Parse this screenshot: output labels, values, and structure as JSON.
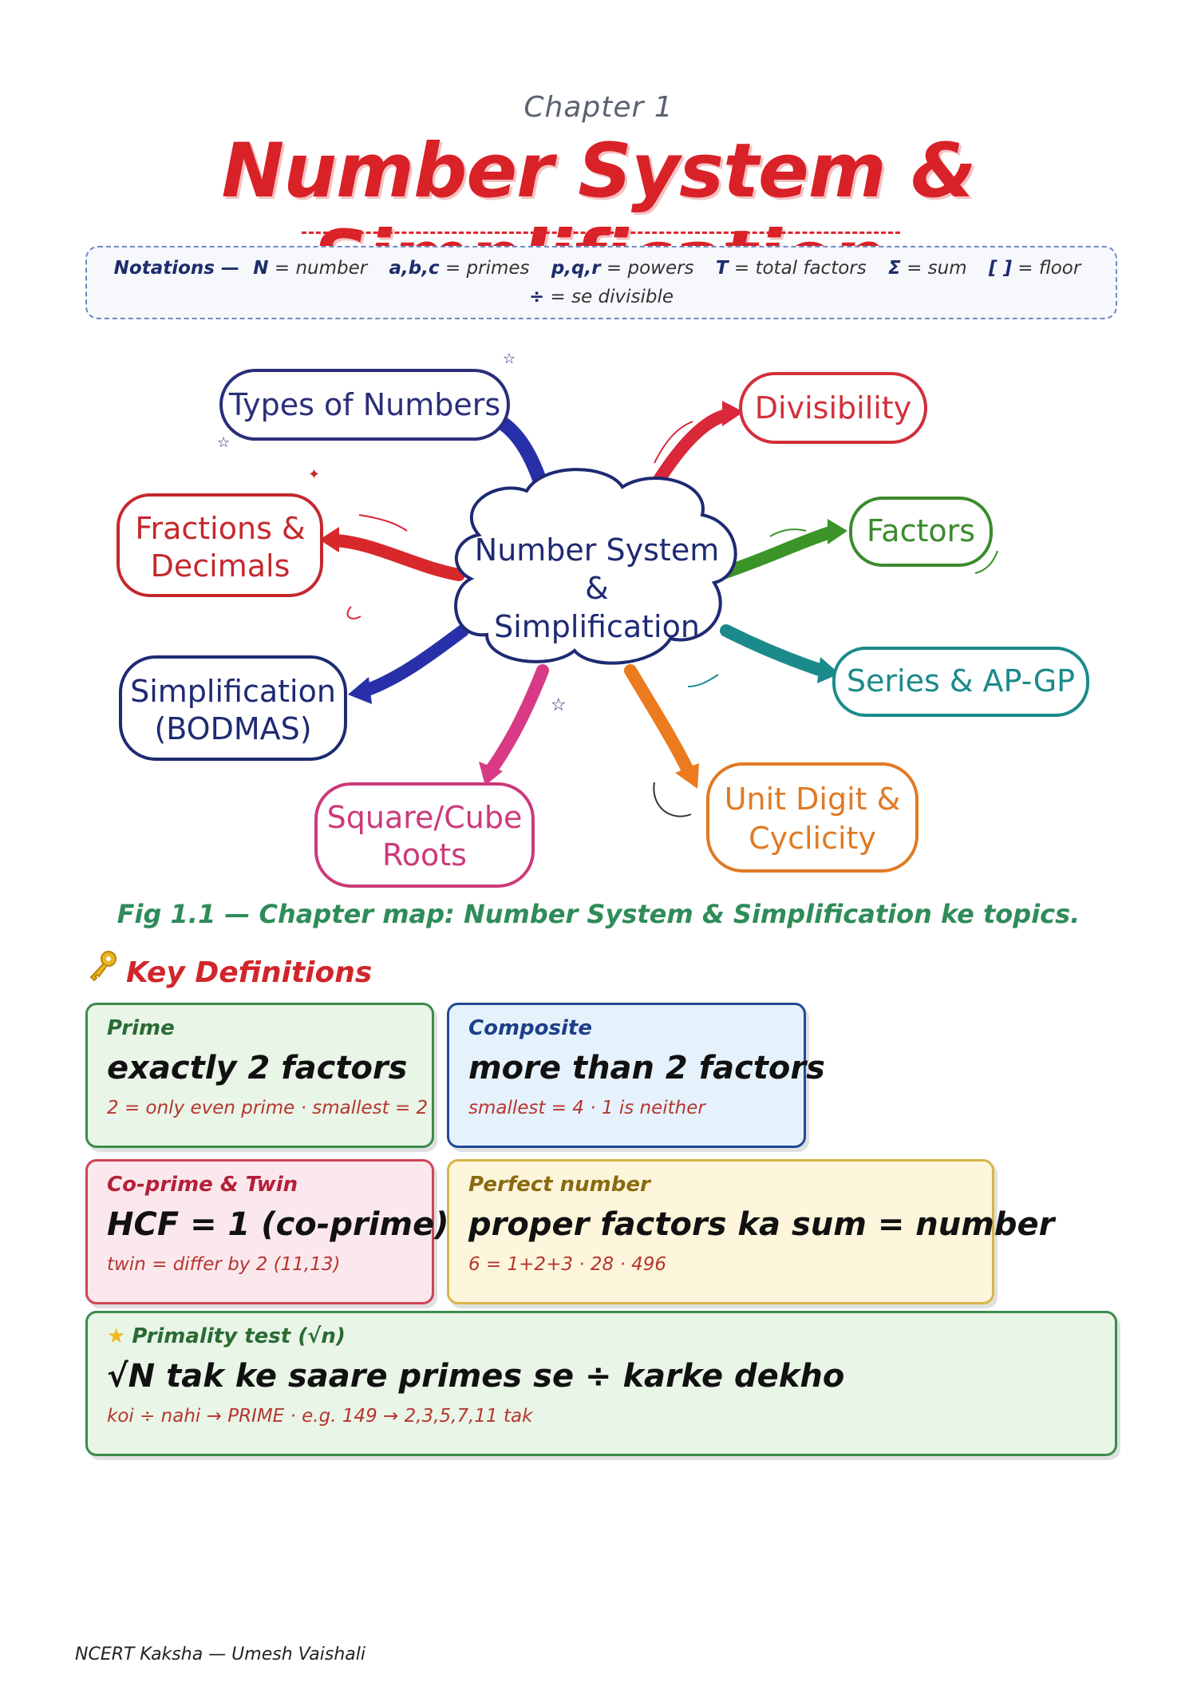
{
  "header": {
    "chapter": "Chapter 1",
    "title": "Number System & Simplification"
  },
  "notations": {
    "lead": "Notations —",
    "items": [
      {
        "sym": "N",
        "text": "= number"
      },
      {
        "sym": "a,b,c",
        "text": "= primes"
      },
      {
        "sym": "p,q,r",
        "text": "= powers"
      },
      {
        "sym": "T",
        "text": "= total factors"
      },
      {
        "sym": "Σ",
        "text": "= sum"
      },
      {
        "sym": "[ ]",
        "text": "= floor"
      },
      {
        "sym": "÷",
        "text": "= se divisible"
      }
    ]
  },
  "mindmap": {
    "center": [
      "Number System",
      "&",
      "Simplification"
    ],
    "nodes": [
      {
        "lines": [
          "Types of Numbers"
        ],
        "color": "#2a2f7a"
      },
      {
        "lines": [
          "Divisibility"
        ],
        "color": "#d1303b"
      },
      {
        "lines": [
          "Fractions &",
          "Decimals"
        ],
        "color": "#c5282d"
      },
      {
        "lines": [
          "Factors"
        ],
        "color": "#3a8a2c"
      },
      {
        "lines": [
          "Simplification",
          "(BODMAS)"
        ],
        "color": "#1f2a73"
      },
      {
        "lines": [
          "Series & AP-GP"
        ],
        "color": "#1b8a8a"
      },
      {
        "lines": [
          "Square/Cube",
          "Roots"
        ],
        "color": "#cc3a7a"
      },
      {
        "lines": [
          "Unit Digit &",
          "Cyclicity"
        ],
        "color": "#e07a24"
      }
    ]
  },
  "figure": {
    "caption": "Fig 1.1 — Chapter map: Number System & Simplification ke topics."
  },
  "definitions": {
    "heading": "Key Definitions",
    "cards": {
      "prime": {
        "label": "Prime",
        "main": "exactly 2 factors",
        "note": "2 = only even prime · smallest = 2"
      },
      "composite": {
        "label": "Composite",
        "main": "more than 2 factors",
        "note": "smallest = 4 · 1 is neither"
      },
      "coprime": {
        "label": "Co-prime & Twin",
        "main": "HCF = 1 (co-prime)",
        "note": "twin = differ by 2 (11,13)"
      },
      "perfect": {
        "label": "Perfect number",
        "main": "proper factors ka sum = number",
        "note": "6 = 1+2+3 · 28 · 496"
      },
      "primality": {
        "label": "Primality test (√n)",
        "main": "√N tak ke saare primes se ÷ karke dekho",
        "note": "koi ÷ nahi → PRIME · e.g. 149 → 2,3,5,7,11 tak"
      }
    }
  },
  "footer": {
    "text": "NCERT Kaksha — Umesh Vaishali"
  }
}
